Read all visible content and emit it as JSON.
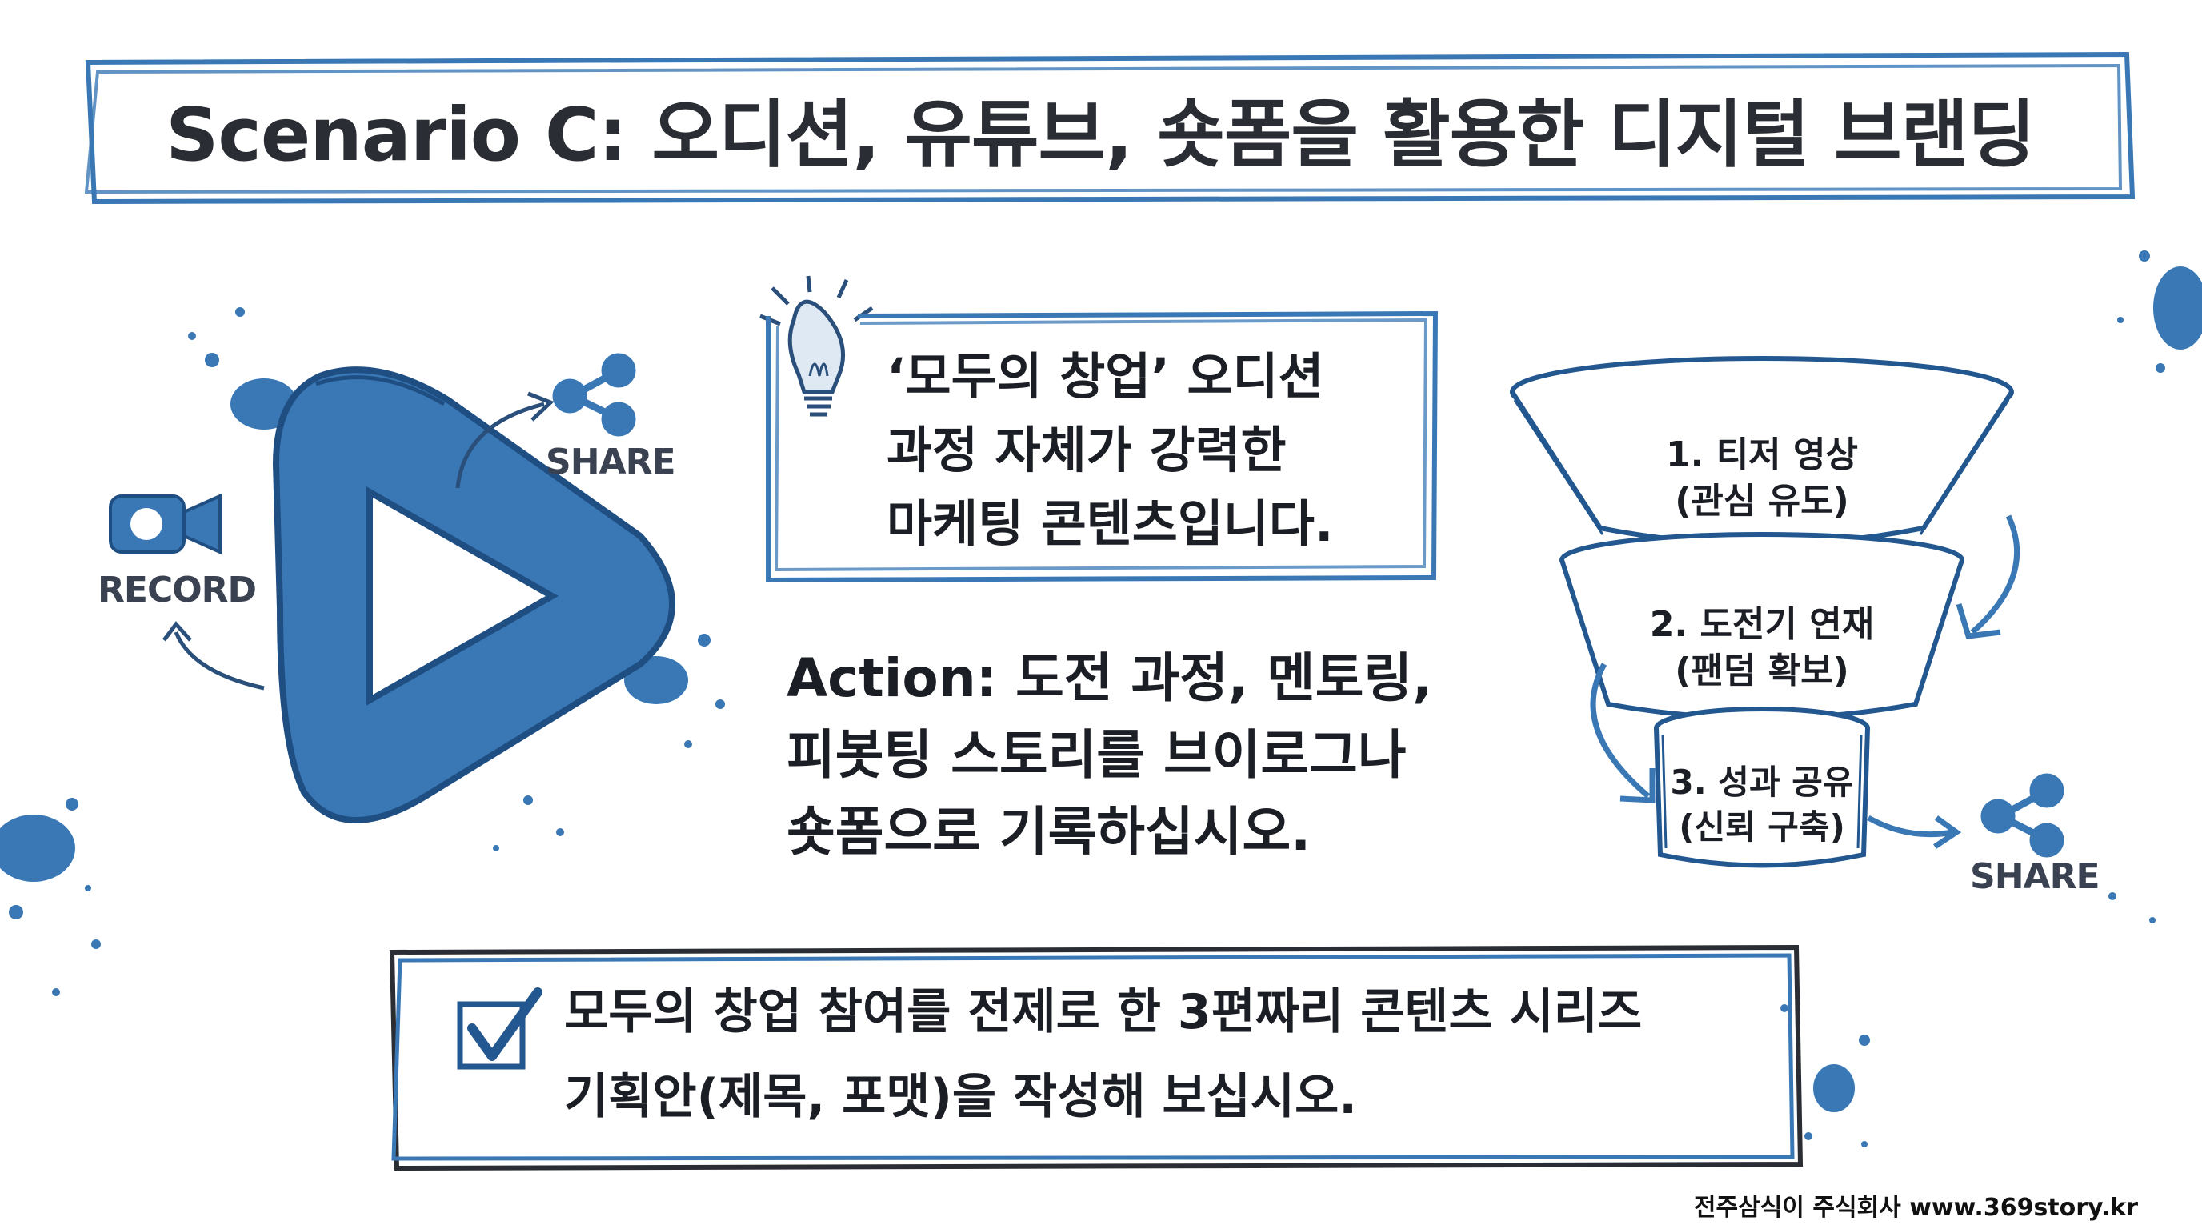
{
  "title": "Scenario C: 오디션, 유튜브, 숏폼을 활용한 디지털 브랜딩",
  "video_icon": {
    "record_label": "RECORD",
    "share_label": "SHARE",
    "icons": [
      "play-icon",
      "video-camera-icon",
      "share-icon"
    ]
  },
  "insight": {
    "icon": "lightbulb-icon",
    "lines": [
      "‘모두의 창업’ 오디션",
      "과정 자체가 강력한",
      "마케팅 콘텐츠입니다."
    ]
  },
  "action": {
    "lines": [
      "Action: 도전 과정, 멘토링,",
      "피봇팅 스토리를 브이로그나",
      "숏폼으로 기록하십시오."
    ]
  },
  "funnel": {
    "stages": [
      {
        "line1": "1. 티저 영상",
        "line2": "(관심 유도)"
      },
      {
        "line1": "2. 도전기 연재",
        "line2": "(팬덤 확보)"
      },
      {
        "line1": "3. 성과 공유",
        "line2": "(신뢰 구축)"
      }
    ],
    "share_label": "SHARE"
  },
  "task": {
    "icon": "checkbox-icon",
    "lines": [
      "모두의 창업 참여를 전제로 한 3편짜리 콘텐츠 시리즈",
      "기획안(제목, 포맷)을 작성해 보십시오."
    ]
  },
  "footer": "전주삼식이 주식회사 www.369story.kr",
  "colors": {
    "accent": "#3a78b5",
    "accent_dark": "#23578f",
    "text": "#1b1e24"
  }
}
